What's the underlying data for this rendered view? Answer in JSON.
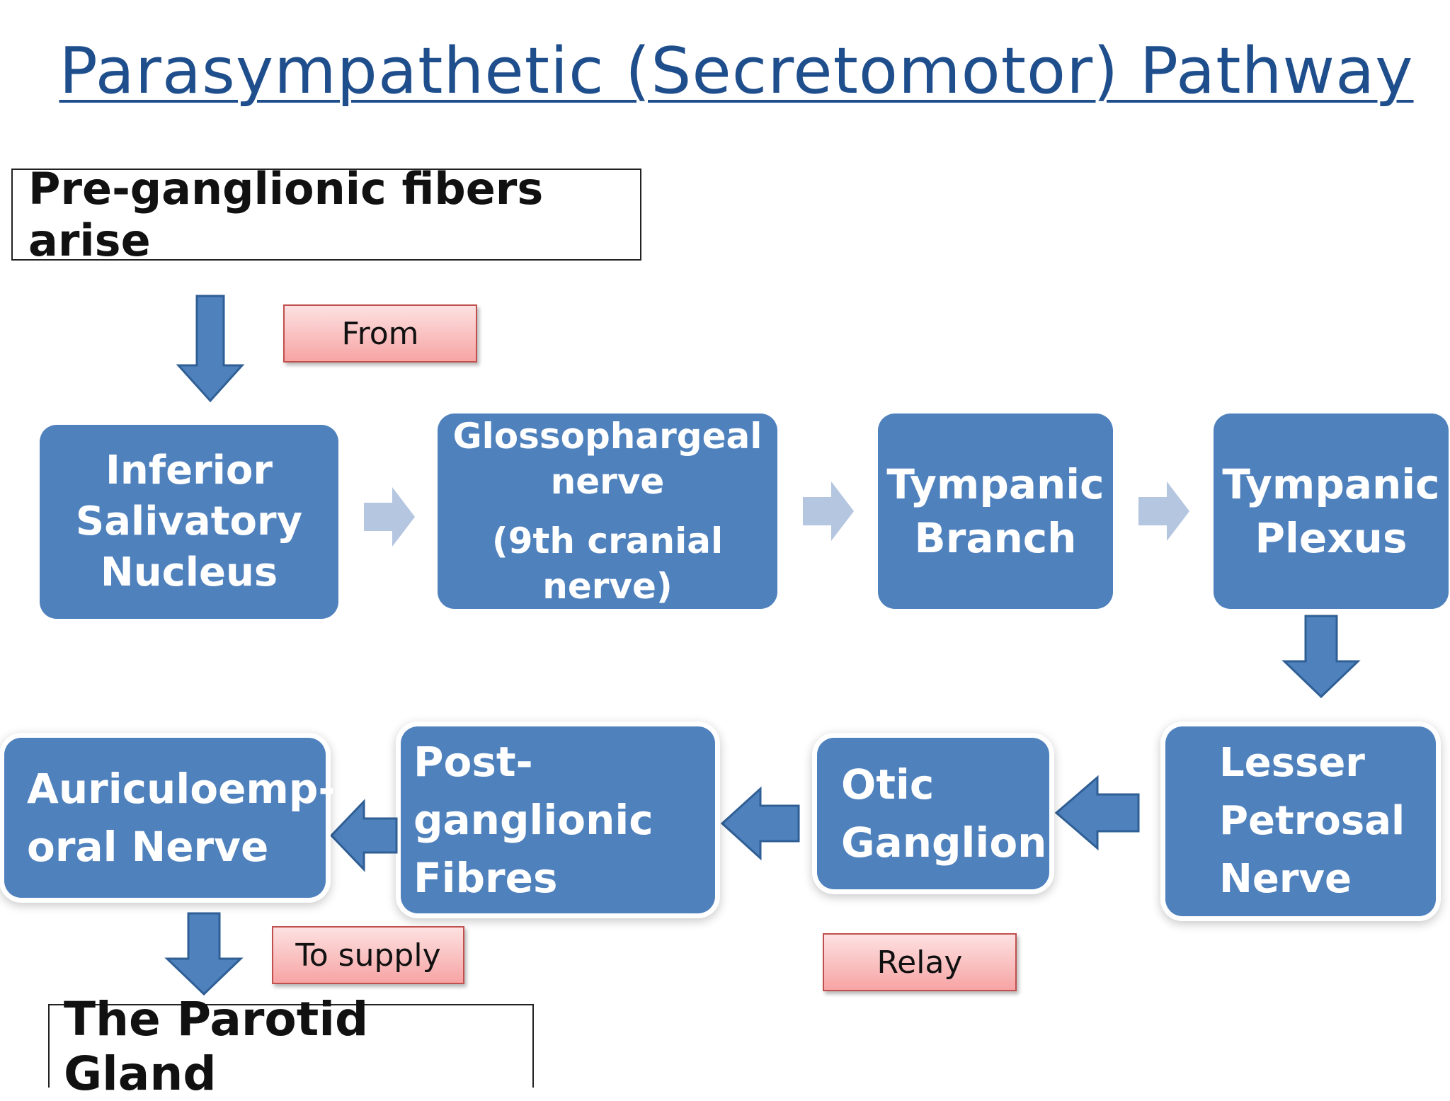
{
  "title": "Parasympathetic (Secretomotor) Pathway",
  "top_box": "Pre-ganglionic fibers arise",
  "bottom_box": "The Parotid Gland",
  "tags": {
    "from": "From",
    "to_supply": "To supply",
    "relay": "Relay"
  },
  "nodes": {
    "inferior_salivatory": [
      "Inferior",
      "Salivatory",
      "Nucleus"
    ],
    "glossopharyngeal": [
      "Glossophargeal",
      "nerve",
      "(9th cranial nerve)"
    ],
    "tympanic_branch": [
      "Tympanic",
      "Branch"
    ],
    "tympanic_plexus": [
      "Tympanic",
      "Plexus"
    ],
    "lesser_petrosal": [
      "Lesser",
      "Petrosal",
      "Nerve"
    ],
    "otic_ganglion": [
      "Otic",
      "Ganglion"
    ],
    "post_ganglionic": [
      "Post-ganglionic",
      "Fibres"
    ],
    "auriculotemporal": [
      "Auriculoemp-",
      "oral Nerve"
    ]
  },
  "colors": {
    "node_fill": "#4f81bd",
    "arrow_fill": "#4f81bd",
    "arrow_stroke": "#2f5f95",
    "chevron": "#b4c6e0",
    "tag_border": "#c0504d",
    "title": "#1f4e8c"
  }
}
